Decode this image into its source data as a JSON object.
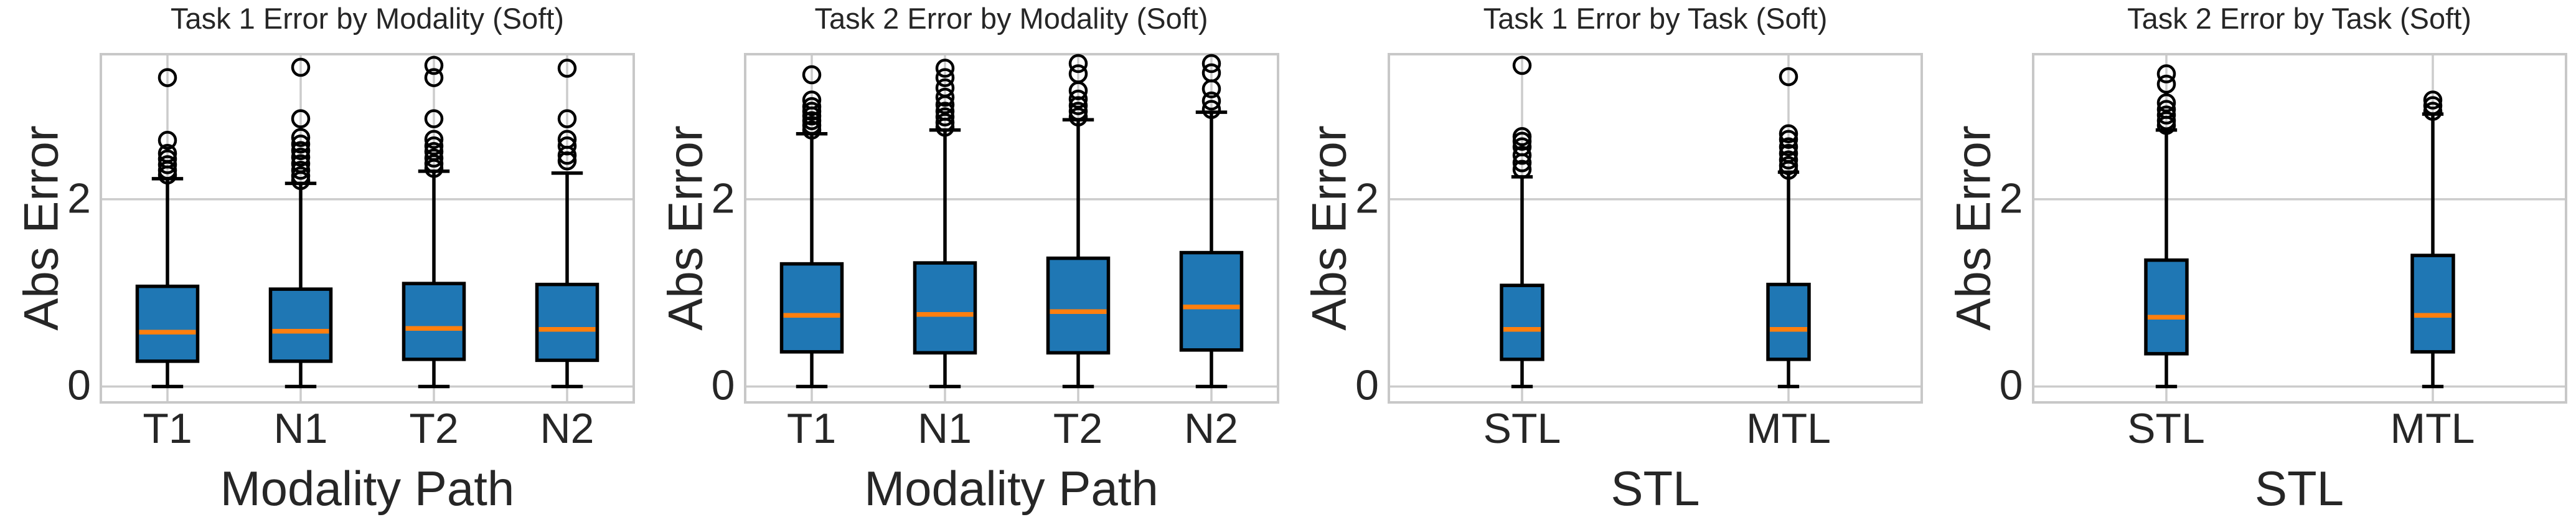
{
  "figure": {
    "background": "#ffffff",
    "text_color": "#262626",
    "grid_color": "#cccccc",
    "spine_color": "#c8c8c8",
    "box_fill": "#1f77b4",
    "box_edge": "#000000",
    "whisker_color": "#000000",
    "median_color": "#ff7f0e",
    "outlier_color": "#000000"
  },
  "chart_data": [
    {
      "type": "box",
      "title": "Task 1 Error by Modality (Soft)",
      "xlabel": "Modality Path",
      "ylabel": "Abs Error",
      "categories": [
        "T1",
        "N1",
        "T2",
        "N2"
      ],
      "yticks": [
        {
          "value": 0,
          "label": "0"
        },
        {
          "value": 2,
          "label": "2"
        }
      ],
      "ylim": [
        -0.17,
        3.55
      ],
      "grid": true,
      "legend": false,
      "boxes": [
        {
          "category": "T1",
          "whislo": 0.0,
          "q1": 0.27,
          "median": 0.58,
          "q3": 1.07,
          "whishi": 2.22,
          "outliers": [
            2.26,
            2.31,
            2.37,
            2.43,
            2.49,
            2.63,
            3.3
          ]
        },
        {
          "category": "N1",
          "whislo": 0.0,
          "q1": 0.27,
          "median": 0.59,
          "q3": 1.04,
          "whishi": 2.17,
          "outliers": [
            2.2,
            2.25,
            2.31,
            2.38,
            2.45,
            2.52,
            2.59,
            2.66,
            2.86,
            3.41
          ]
        },
        {
          "category": "T2",
          "whislo": 0.0,
          "q1": 0.29,
          "median": 0.62,
          "q3": 1.1,
          "whishi": 2.3,
          "outliers": [
            2.33,
            2.38,
            2.44,
            2.51,
            2.57,
            2.64,
            2.86,
            3.3,
            3.43
          ]
        },
        {
          "category": "N2",
          "whislo": 0.0,
          "q1": 0.28,
          "median": 0.61,
          "q3": 1.09,
          "whishi": 2.28,
          "outliers": [
            2.41,
            2.47,
            2.57,
            2.64,
            2.86,
            3.4
          ]
        }
      ]
    },
    {
      "type": "box",
      "title": "Task 2 Error by Modality (Soft)",
      "xlabel": "Modality Path",
      "ylabel": "Abs Error",
      "categories": [
        "T1",
        "N1",
        "T2",
        "N2"
      ],
      "yticks": [
        {
          "value": 0,
          "label": "0"
        },
        {
          "value": 2,
          "label": "2"
        }
      ],
      "ylim": [
        -0.17,
        3.55
      ],
      "grid": true,
      "legend": false,
      "boxes": [
        {
          "category": "T1",
          "whislo": 0.0,
          "q1": 0.37,
          "median": 0.76,
          "q3": 1.31,
          "whishi": 2.7,
          "outliers": [
            2.74,
            2.79,
            2.84,
            2.89,
            2.94,
            2.99,
            3.06,
            3.33
          ]
        },
        {
          "category": "N1",
          "whislo": 0.0,
          "q1": 0.36,
          "median": 0.77,
          "q3": 1.32,
          "whishi": 2.74,
          "outliers": [
            2.77,
            2.82,
            2.88,
            2.94,
            3.01,
            3.09,
            3.19,
            3.3,
            3.4
          ]
        },
        {
          "category": "T2",
          "whislo": 0.0,
          "q1": 0.36,
          "median": 0.8,
          "q3": 1.37,
          "whishi": 2.85,
          "outliers": [
            2.88,
            2.94,
            3.0,
            3.07,
            3.16,
            3.34,
            3.45
          ]
        },
        {
          "category": "N2",
          "whislo": 0.0,
          "q1": 0.39,
          "median": 0.85,
          "q3": 1.43,
          "whishi": 2.93,
          "outliers": [
            2.96,
            3.05,
            3.18,
            3.35,
            3.45
          ]
        }
      ]
    },
    {
      "type": "box",
      "title": "Task 1 Error by Task (Soft)",
      "xlabel": "STL",
      "ylabel": "Abs Error",
      "categories": [
        "STL",
        "MTL"
      ],
      "yticks": [
        {
          "value": 0,
          "label": "0"
        },
        {
          "value": 2,
          "label": "2"
        }
      ],
      "ylim": [
        -0.17,
        3.55
      ],
      "grid": true,
      "legend": false,
      "boxes": [
        {
          "category": "STL",
          "whislo": 0.0,
          "q1": 0.29,
          "median": 0.61,
          "q3": 1.08,
          "whishi": 2.24,
          "outliers": [
            2.32,
            2.39,
            2.47,
            2.56,
            2.62,
            2.67,
            3.43
          ]
        },
        {
          "category": "MTL",
          "whislo": 0.0,
          "q1": 0.29,
          "median": 0.61,
          "q3": 1.09,
          "whishi": 2.29,
          "outliers": [
            2.31,
            2.36,
            2.42,
            2.49,
            2.56,
            2.64,
            2.7,
            3.31
          ]
        }
      ]
    },
    {
      "type": "box",
      "title": "Task 2 Error by Task (Soft)",
      "xlabel": "STL",
      "ylabel": "Abs Error",
      "categories": [
        "STL",
        "MTL"
      ],
      "yticks": [
        {
          "value": 0,
          "label": "0"
        },
        {
          "value": 2,
          "label": "2"
        }
      ],
      "ylim": [
        -0.17,
        3.55
      ],
      "grid": true,
      "legend": false,
      "boxes": [
        {
          "category": "STL",
          "whislo": 0.0,
          "q1": 0.35,
          "median": 0.74,
          "q3": 1.35,
          "whishi": 2.74,
          "outliers": [
            2.79,
            2.84,
            2.9,
            2.96,
            3.03,
            3.23,
            3.34
          ]
        },
        {
          "category": "MTL",
          "whislo": 0.0,
          "q1": 0.37,
          "median": 0.76,
          "q3": 1.4,
          "whishi": 2.91,
          "outliers": [
            2.94,
            3.0,
            3.06
          ]
        }
      ]
    }
  ]
}
